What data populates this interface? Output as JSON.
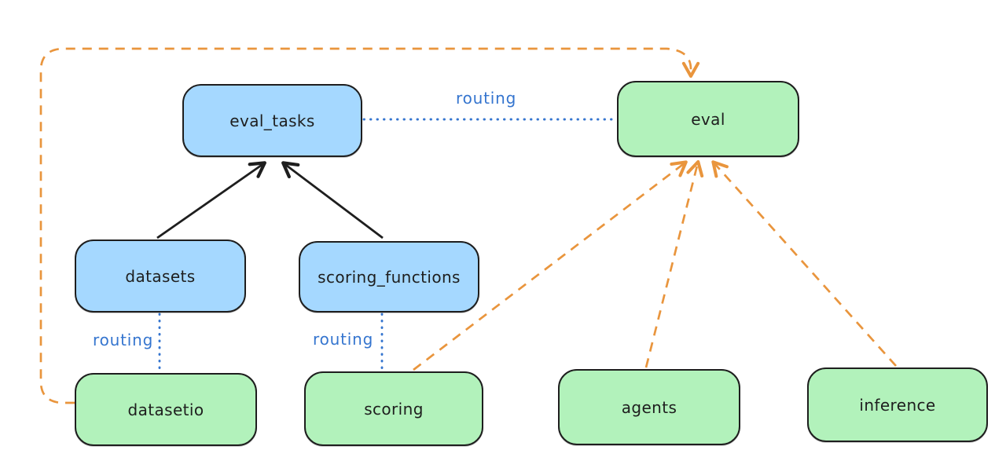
{
  "diagram": {
    "nodes": {
      "eval_tasks": {
        "label": "eval_tasks",
        "fill": "#a5d8ff"
      },
      "eval": {
        "label": "eval",
        "fill": "#b2f2bb"
      },
      "datasets": {
        "label": "datasets",
        "fill": "#a5d8ff"
      },
      "scoring_functions": {
        "label": "scoring_functions",
        "fill": "#a5d8ff"
      },
      "datasetio": {
        "label": "datasetio",
        "fill": "#b2f2bb"
      },
      "scoring": {
        "label": "scoring",
        "fill": "#b2f2bb"
      },
      "agents": {
        "label": "agents",
        "fill": "#b2f2bb"
      },
      "inference": {
        "label": "inference",
        "fill": "#b2f2bb"
      }
    },
    "edges": [
      {
        "from": "datasets",
        "to": "eval_tasks",
        "style": "solid-black-arrow",
        "label": ""
      },
      {
        "from": "scoring_functions",
        "to": "eval_tasks",
        "style": "solid-black-arrow",
        "label": ""
      },
      {
        "from": "eval_tasks",
        "to": "eval",
        "style": "dotted-blue",
        "label": "routing"
      },
      {
        "from": "datasets",
        "to": "datasetio",
        "style": "dotted-blue",
        "label": "routing"
      },
      {
        "from": "scoring_functions",
        "to": "scoring",
        "style": "dotted-blue",
        "label": "routing"
      },
      {
        "from": "datasetio",
        "to": "eval",
        "style": "dashed-orange-arrow",
        "label": ""
      },
      {
        "from": "scoring",
        "to": "eval",
        "style": "dashed-orange-arrow",
        "label": ""
      },
      {
        "from": "agents",
        "to": "eval",
        "style": "dashed-orange-arrow",
        "label": ""
      },
      {
        "from": "inference",
        "to": "eval",
        "style": "dashed-orange-arrow",
        "label": ""
      }
    ],
    "colors": {
      "blue_node_fill": "#a5d8ff",
      "green_node_fill": "#b2f2bb",
      "node_stroke": "#1e1e1e",
      "routing_blue": "#3575cf",
      "dashed_orange": "#e9953d",
      "background": "#ffffff"
    }
  }
}
